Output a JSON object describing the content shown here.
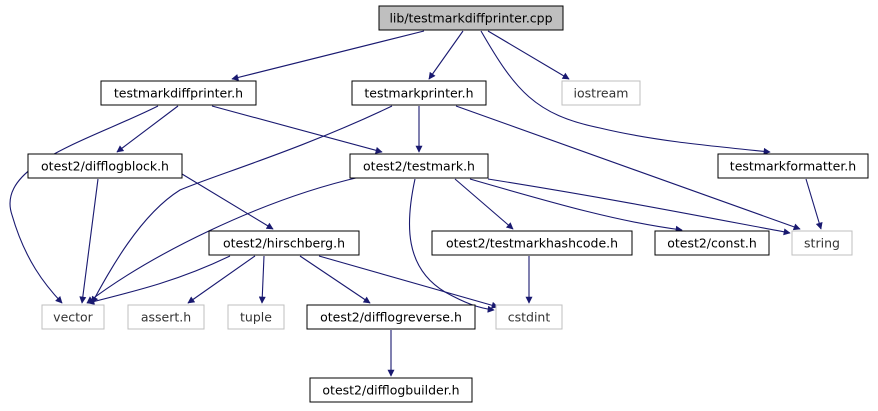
{
  "colors": {
    "edge": "#191970",
    "node_border": "#000000",
    "external_border": "#bfbfbf",
    "external_text": "#333333",
    "root_fill": "#bfbfbf",
    "node_fill": "#ffffff"
  },
  "nodes": {
    "root": {
      "label": "lib/testmarkdiffprinter.cpp",
      "kind": "root"
    },
    "testmarkdiffprinter_h": {
      "label": "testmarkdiffprinter.h",
      "kind": "internal"
    },
    "testmarkprinter_h": {
      "label": "testmarkprinter.h",
      "kind": "internal"
    },
    "iostream": {
      "label": "iostream",
      "kind": "external"
    },
    "testmarkformatter_h": {
      "label": "testmarkformatter.h",
      "kind": "internal"
    },
    "difflogblock_h": {
      "label": "otest2/difflogblock.h",
      "kind": "internal"
    },
    "testmark_h": {
      "label": "otest2/testmark.h",
      "kind": "internal"
    },
    "hirschberg_h": {
      "label": "otest2/hirschberg.h",
      "kind": "internal"
    },
    "testmarkhashcode_h": {
      "label": "otest2/testmarkhashcode.h",
      "kind": "internal"
    },
    "const_h": {
      "label": "otest2/const.h",
      "kind": "internal"
    },
    "string": {
      "label": "string",
      "kind": "external"
    },
    "vector": {
      "label": "vector",
      "kind": "external"
    },
    "assert_h": {
      "label": "assert.h",
      "kind": "external"
    },
    "tuple": {
      "label": "tuple",
      "kind": "external"
    },
    "difflogreverse_h": {
      "label": "otest2/difflogreverse.h",
      "kind": "internal"
    },
    "cstdint": {
      "label": "cstdint",
      "kind": "external"
    },
    "difflogbuilder_h": {
      "label": "otest2/difflogbuilder.h",
      "kind": "internal"
    }
  },
  "edges": [
    {
      "from": "root",
      "to": "testmarkdiffprinter_h"
    },
    {
      "from": "root",
      "to": "testmarkprinter_h"
    },
    {
      "from": "root",
      "to": "iostream"
    },
    {
      "from": "root",
      "to": "testmarkformatter_h"
    },
    {
      "from": "testmarkdiffprinter_h",
      "to": "vector"
    },
    {
      "from": "testmarkdiffprinter_h",
      "to": "difflogblock_h"
    },
    {
      "from": "testmarkdiffprinter_h",
      "to": "testmark_h"
    },
    {
      "from": "testmarkprinter_h",
      "to": "vector"
    },
    {
      "from": "testmarkprinter_h",
      "to": "testmark_h"
    },
    {
      "from": "testmarkprinter_h",
      "to": "string"
    },
    {
      "from": "testmarkformatter_h",
      "to": "string"
    },
    {
      "from": "difflogblock_h",
      "to": "vector"
    },
    {
      "from": "difflogblock_h",
      "to": "hirschberg_h"
    },
    {
      "from": "testmark_h",
      "to": "vector"
    },
    {
      "from": "testmark_h",
      "to": "cstdint"
    },
    {
      "from": "testmark_h",
      "to": "testmarkhashcode_h"
    },
    {
      "from": "testmark_h",
      "to": "const_h"
    },
    {
      "from": "testmark_h",
      "to": "string"
    },
    {
      "from": "hirschberg_h",
      "to": "vector"
    },
    {
      "from": "hirschberg_h",
      "to": "assert_h"
    },
    {
      "from": "hirschberg_h",
      "to": "tuple"
    },
    {
      "from": "hirschberg_h",
      "to": "difflogreverse_h"
    },
    {
      "from": "hirschberg_h",
      "to": "cstdint"
    },
    {
      "from": "testmarkhashcode_h",
      "to": "cstdint"
    },
    {
      "from": "difflogreverse_h",
      "to": "difflogbuilder_h"
    }
  ]
}
